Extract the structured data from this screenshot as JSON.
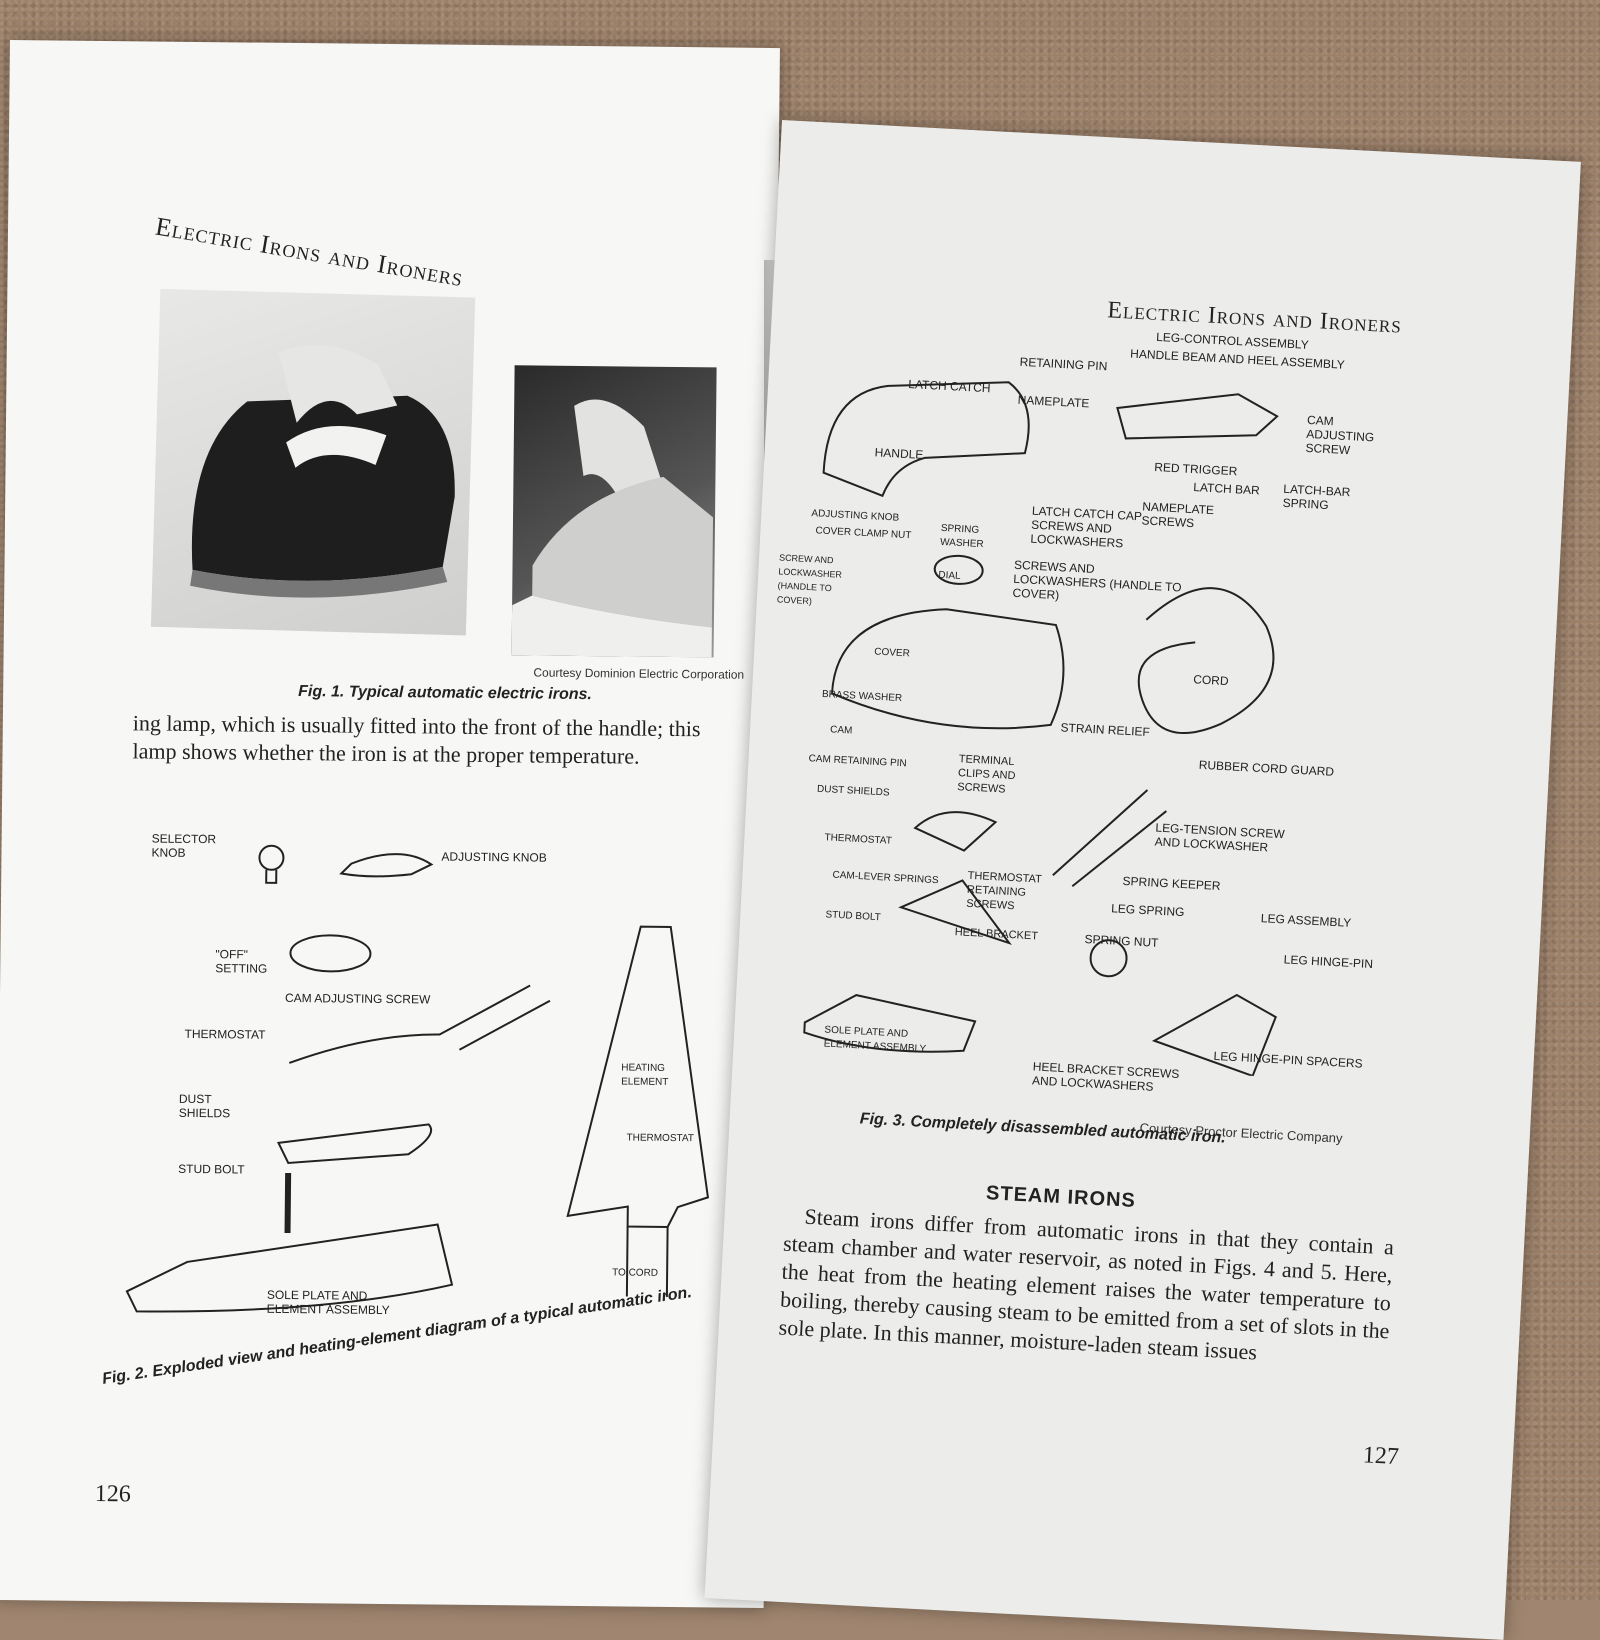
{
  "left_page": {
    "running_head": "Electric Irons and Ironers",
    "fig1": {
      "credit": "Courtesy Dominion Electric Corporation",
      "caption": "Fig. 1. Typical automatic electric irons."
    },
    "body_text": "ing lamp, which is usually fitted into the front of the handle; this lamp shows whether the iron is at the proper temperature.",
    "fig2_labels": {
      "selector_knob": "SELECTOR KNOB",
      "adjusting_knob": "ADJUSTING KNOB",
      "off_setting": "\"OFF\" SETTING",
      "cam_adjusting_screw": "CAM ADJUSTING SCREW",
      "thermostat": "THERMOSTAT",
      "dust_shields": "DUST SHIELDS",
      "stud_bolt": "STUD BOLT",
      "sole_plate": "SOLE PLATE AND ELEMENT ASSEMBLY",
      "heating_element": "HEATING ELEMENT",
      "thermostat_diagram": "THERMOSTAT",
      "to_cord": "TO CORD"
    },
    "fig2_caption": "Fig. 2. Exploded view and heating-element diagram of a typical automatic iron.",
    "page_number": "126"
  },
  "right_page": {
    "running_head": "Electric Irons and Ironers",
    "fig3_labels": {
      "leg_control_assembly": "LEG-CONTROL ASSEMBLY",
      "retaining_pin": "RETAINING PIN",
      "handle_beam": "HANDLE BEAM AND HEEL ASSEMBLY",
      "latch_catch": "LATCH CATCH",
      "nameplate": "NAMEPLATE",
      "cam_adjusting_screw": "CAM ADJUSTING SCREW",
      "handle": "HANDLE",
      "red_trigger": "RED TRIGGER",
      "latch_bar": "LATCH BAR",
      "latch_bar_spring": "LATCH-BAR SPRING",
      "nameplate_screws": "NAMEPLATE SCREWS",
      "latch_catch_cap": "LATCH CATCH CAP SCREWS AND LOCKWASHERS",
      "adjusting_knob": "ADJUSTING KNOB",
      "cover_clamp_nut": "COVER CLAMP NUT",
      "spring_washer": "SPRING WASHER",
      "screw_lockwasher": "SCREW AND LOCKWASHER (HANDLE TO COVER)",
      "dial": "DIAL",
      "screws_lockwashers": "SCREWS AND LOCKWASHERS (HANDLE TO COVER)",
      "cover": "COVER",
      "cord": "CORD",
      "brass_washer": "BRASS WASHER",
      "cam": "CAM",
      "strain_relief": "STRAIN RELIEF",
      "cam_retaining_pin": "CAM RETAINING PIN",
      "terminal_clips": "TERMINAL CLIPS AND SCREWS",
      "rubber_cord_guard": "RUBBER CORD GUARD",
      "dust_shields": "DUST SHIELDS",
      "thermostat": "THERMOSTAT",
      "leg_tension_screw": "LEG-TENSION SCREW AND LOCKWASHER",
      "cam_lever_springs": "CAM-LEVER SPRINGS",
      "thermostat_retaining": "THERMOSTAT RETAINING SCREWS",
      "spring_keeper": "SPRING KEEPER",
      "leg_spring": "LEG SPRING",
      "stud_bolt": "STUD BOLT",
      "heel_bracket": "HEEL BRACKET",
      "spring_nut": "SPRING NUT",
      "leg_assembly": "LEG ASSEMBLY",
      "leg_hinge_pin": "LEG HINGE-PIN",
      "sole_plate": "SOLE PLATE AND ELEMENT ASSEMBLY",
      "heel_bracket_screws": "HEEL BRACKET SCREWS AND LOCKWASHERS",
      "leg_hinge_pin_spacers": "LEG HINGE-PIN SPACERS"
    },
    "fig3_credit": "Courtesy Proctor Electric Company",
    "fig3_caption": "Fig. 3. Completely disassembled automatic iron.",
    "heading": "STEAM IRONS",
    "body_text": "Steam irons differ from automatic irons in that they contain a steam chamber and water reservoir, as noted in Figs. 4 and 5. Here, the heat from the heating element raises the water temperature to boiling, thereby causing steam to be emitted from a set of slots in the sole plate. In this manner, moisture-laden steam issues",
    "page_number": "127"
  }
}
